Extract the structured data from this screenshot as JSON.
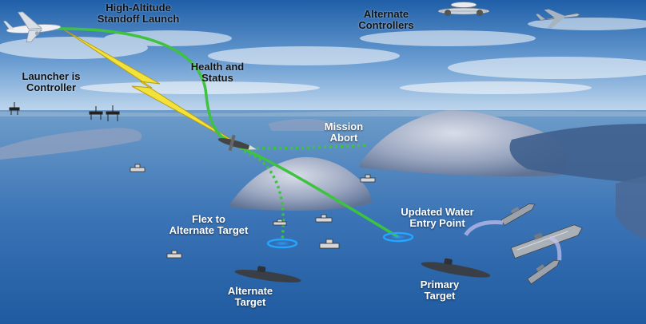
{
  "labels": {
    "high_altitude": "High-Altitude\nStandoff Launch",
    "alternate_controllers": "Alternate\nControllers",
    "launcher_controller": "Launcher is\nController",
    "health_status": "Health and\nStatus",
    "mission_abort": "Mission\nAbort",
    "flex_alternate": "Flex to\nAlternate Target",
    "updated_water": "Updated Water\nEntry Point",
    "alternate_target": "Alternate\nTarget",
    "primary_target": "Primary\nTarget"
  },
  "colors": {
    "sky_top": "#1f5fa8",
    "sky_horizon": "#c7dcef",
    "sea_far": "#6e9dc9",
    "sea_near": "#1f5aa0",
    "island": "#9aa6c0",
    "track_green": "#3fc23f",
    "datalink_yellow": "#f3e23a",
    "label_text": "#111111",
    "label_light": "#ffffff"
  },
  "icons": [
    "launch-aircraft-icon",
    "awacs-aircraft-icon",
    "fighter-jet-icon",
    "weapon-icon",
    "submarine-icon",
    "aircraft-carrier-icon",
    "destroyer-icon",
    "ship-icon",
    "oil-rig-icon",
    "lightning-datalink-icon"
  ]
}
